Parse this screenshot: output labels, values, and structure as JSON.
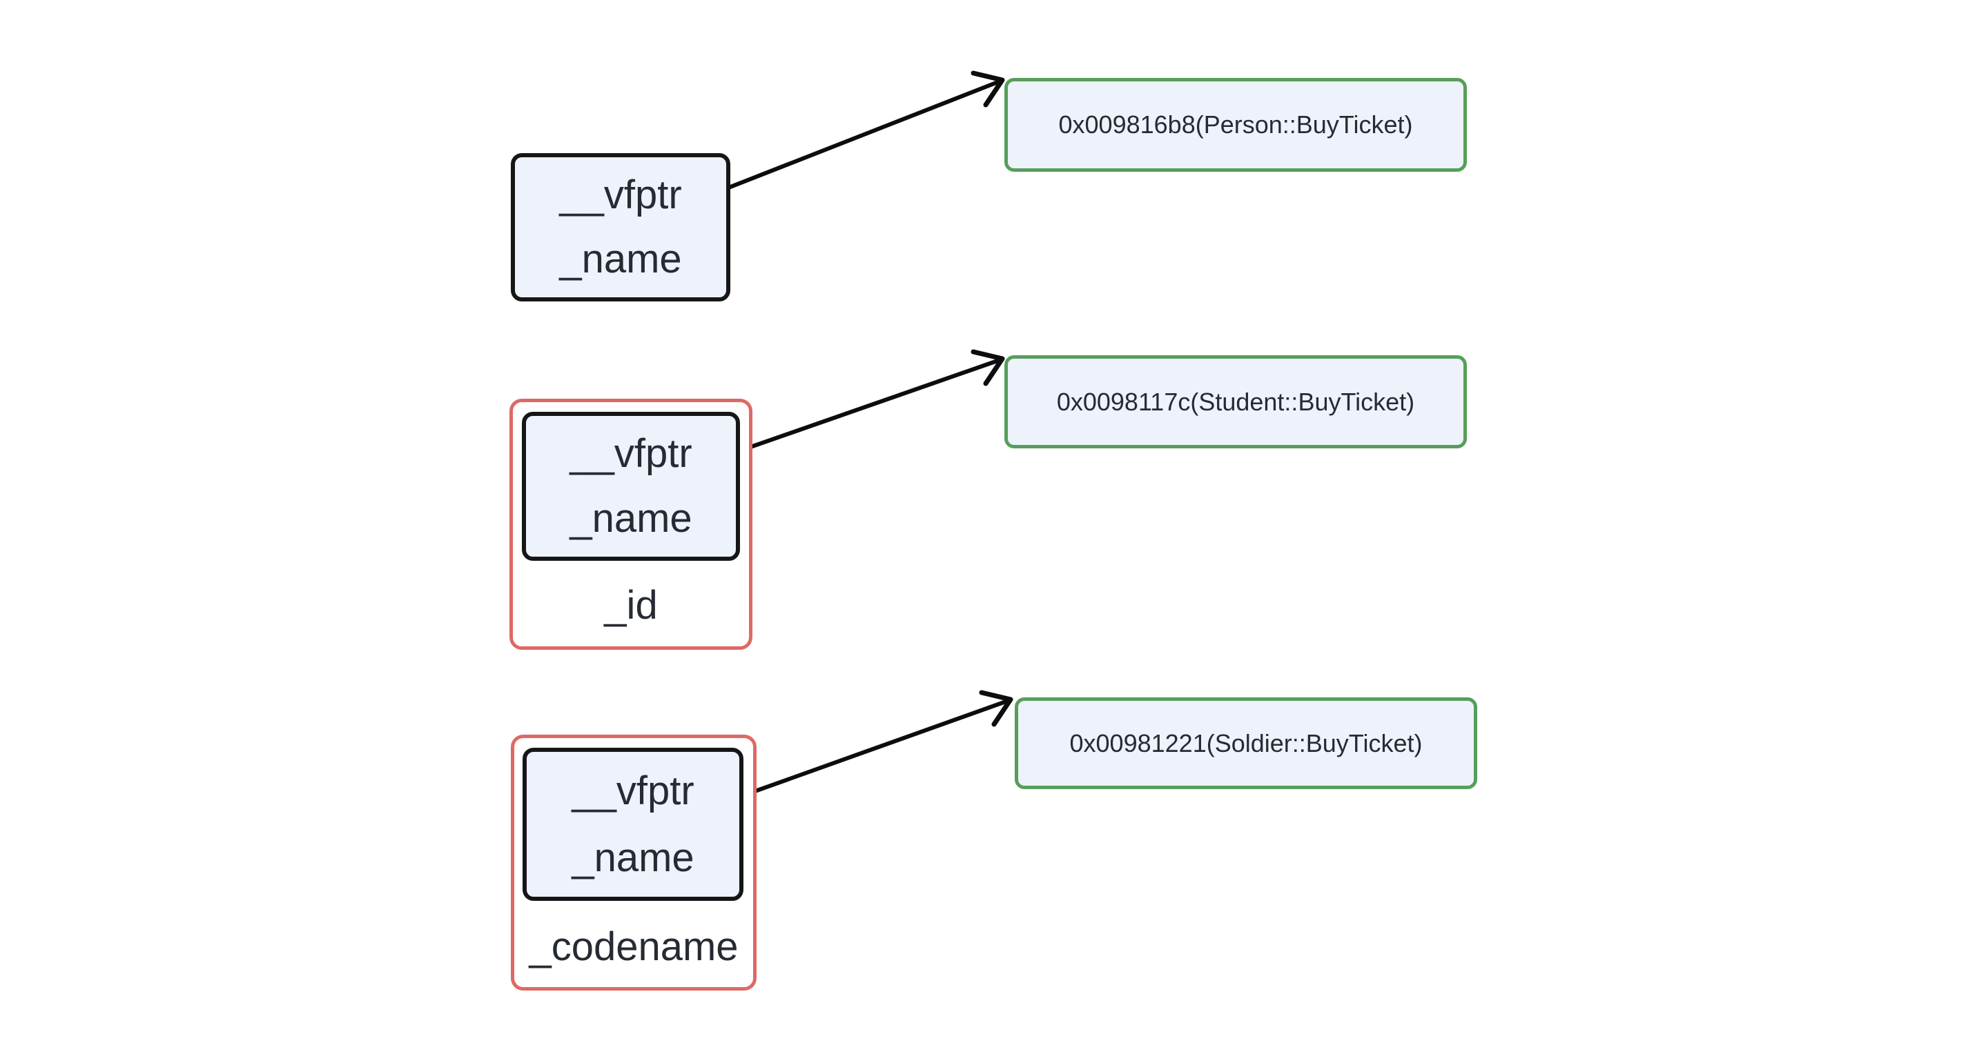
{
  "diagram": {
    "title": "vtable-pointer-memory-diagram",
    "background": "#ffffff",
    "colors": {
      "node-fill": "#edf2fb",
      "node-border": "#161616",
      "vtable-border": "#579e5b",
      "object-border": "#de6964",
      "text": "#262b33",
      "arrow": "#0d0d0d"
    },
    "groups": [
      {
        "id": "person",
        "fields": [
          "__vfptr",
          "_name"
        ],
        "extra_field": null,
        "vtable_label": "0x009816b8(Person::BuyTicket)"
      },
      {
        "id": "student",
        "fields": [
          "__vfptr",
          "_name"
        ],
        "extra_field": "_id",
        "vtable_label": "0x0098117c(Student::BuyTicket)"
      },
      {
        "id": "soldier",
        "fields": [
          "__vfptr",
          "_name"
        ],
        "extra_field": "_codename",
        "vtable_label": "0x00981221(Soldier::BuyTicket)"
      }
    ]
  }
}
